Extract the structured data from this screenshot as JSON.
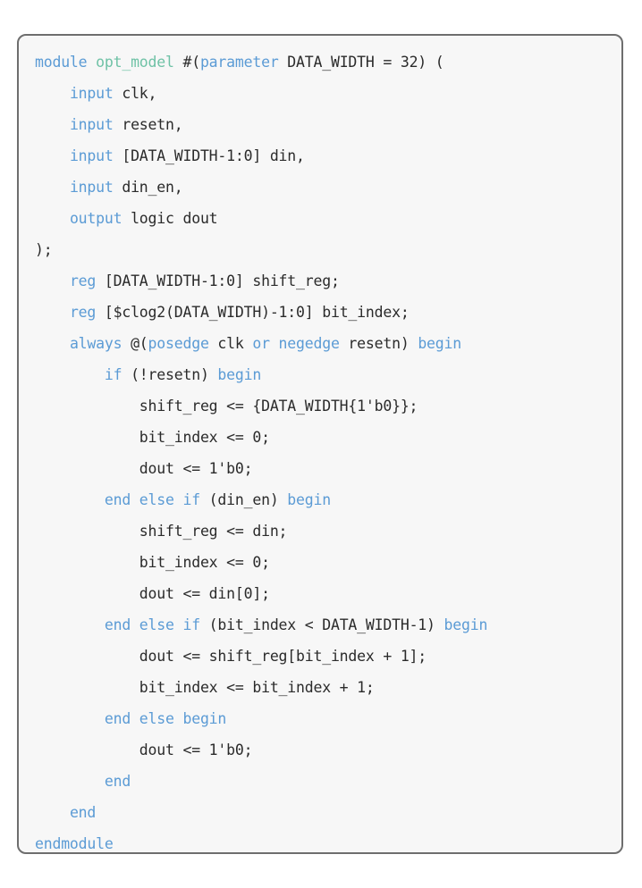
{
  "code": {
    "language": "SystemVerilog",
    "colors": {
      "keyword": "#5b9bd5",
      "module_name": "#6fc2a6",
      "text": "#2b2b2b",
      "background": "#f7f7f7",
      "border": "#6e6e6e"
    },
    "lines": [
      [
        {
          "t": "kw",
          "v": "module "
        },
        {
          "t": "type",
          "v": "opt_model"
        },
        {
          "t": "text",
          "v": " #("
        },
        {
          "t": "kw",
          "v": "parameter"
        },
        {
          "t": "text",
          "v": " DATA_WIDTH = 32) ("
        }
      ],
      [
        {
          "t": "text",
          "v": "    "
        },
        {
          "t": "kw",
          "v": "input"
        },
        {
          "t": "text",
          "v": " clk,"
        }
      ],
      [
        {
          "t": "text",
          "v": "    "
        },
        {
          "t": "kw",
          "v": "input"
        },
        {
          "t": "text",
          "v": " resetn,"
        }
      ],
      [
        {
          "t": "text",
          "v": "    "
        },
        {
          "t": "kw",
          "v": "input"
        },
        {
          "t": "text",
          "v": " [DATA_WIDTH-1:0] din,"
        }
      ],
      [
        {
          "t": "text",
          "v": "    "
        },
        {
          "t": "kw",
          "v": "input"
        },
        {
          "t": "text",
          "v": " din_en,"
        }
      ],
      [
        {
          "t": "text",
          "v": "    "
        },
        {
          "t": "kw",
          "v": "output"
        },
        {
          "t": "text",
          "v": " logic dout"
        }
      ],
      [
        {
          "t": "text",
          "v": ");"
        }
      ],
      [
        {
          "t": "text",
          "v": "    "
        },
        {
          "t": "kw",
          "v": "reg"
        },
        {
          "t": "text",
          "v": " [DATA_WIDTH-1:0] shift_reg;"
        }
      ],
      [
        {
          "t": "text",
          "v": "    "
        },
        {
          "t": "kw",
          "v": "reg"
        },
        {
          "t": "text",
          "v": " [$clog2(DATA_WIDTH)-1:0] bit_index;"
        }
      ],
      [
        {
          "t": "text",
          "v": "    "
        },
        {
          "t": "kw",
          "v": "always"
        },
        {
          "t": "text",
          "v": " @("
        },
        {
          "t": "kw",
          "v": "posedge"
        },
        {
          "t": "text",
          "v": " clk "
        },
        {
          "t": "kw",
          "v": "or negedge"
        },
        {
          "t": "text",
          "v": " resetn) "
        },
        {
          "t": "kw",
          "v": "begin"
        }
      ],
      [
        {
          "t": "text",
          "v": "        "
        },
        {
          "t": "kw",
          "v": "if"
        },
        {
          "t": "text",
          "v": " (!resetn) "
        },
        {
          "t": "kw",
          "v": "begin"
        }
      ],
      [
        {
          "t": "text",
          "v": "            shift_reg <= {DATA_WIDTH{1'b0}};"
        }
      ],
      [
        {
          "t": "text",
          "v": "            bit_index <= 0;"
        }
      ],
      [
        {
          "t": "text",
          "v": "            dout <= 1'b0;"
        }
      ],
      [
        {
          "t": "text",
          "v": "        "
        },
        {
          "t": "kw",
          "v": "end else if"
        },
        {
          "t": "text",
          "v": " (din_en) "
        },
        {
          "t": "kw",
          "v": "begin"
        }
      ],
      [
        {
          "t": "text",
          "v": "            shift_reg <= din;"
        }
      ],
      [
        {
          "t": "text",
          "v": "            bit_index <= 0;"
        }
      ],
      [
        {
          "t": "text",
          "v": "            dout <= din[0];"
        }
      ],
      [
        {
          "t": "text",
          "v": "        "
        },
        {
          "t": "kw",
          "v": "end else if"
        },
        {
          "t": "text",
          "v": " (bit_index < DATA_WIDTH-1) "
        },
        {
          "t": "kw",
          "v": "begin"
        }
      ],
      [
        {
          "t": "text",
          "v": "            dout <= shift_reg[bit_index + 1];"
        }
      ],
      [
        {
          "t": "text",
          "v": "            bit_index <= bit_index + 1;"
        }
      ],
      [
        {
          "t": "text",
          "v": "        "
        },
        {
          "t": "kw",
          "v": "end else begin"
        }
      ],
      [
        {
          "t": "text",
          "v": "            dout <= 1'b0;"
        }
      ],
      [
        {
          "t": "text",
          "v": "        "
        },
        {
          "t": "kw",
          "v": "end"
        }
      ],
      [
        {
          "t": "text",
          "v": "    "
        },
        {
          "t": "kw",
          "v": "end"
        }
      ],
      [
        {
          "t": "kw",
          "v": "endmodule"
        }
      ]
    ]
  }
}
